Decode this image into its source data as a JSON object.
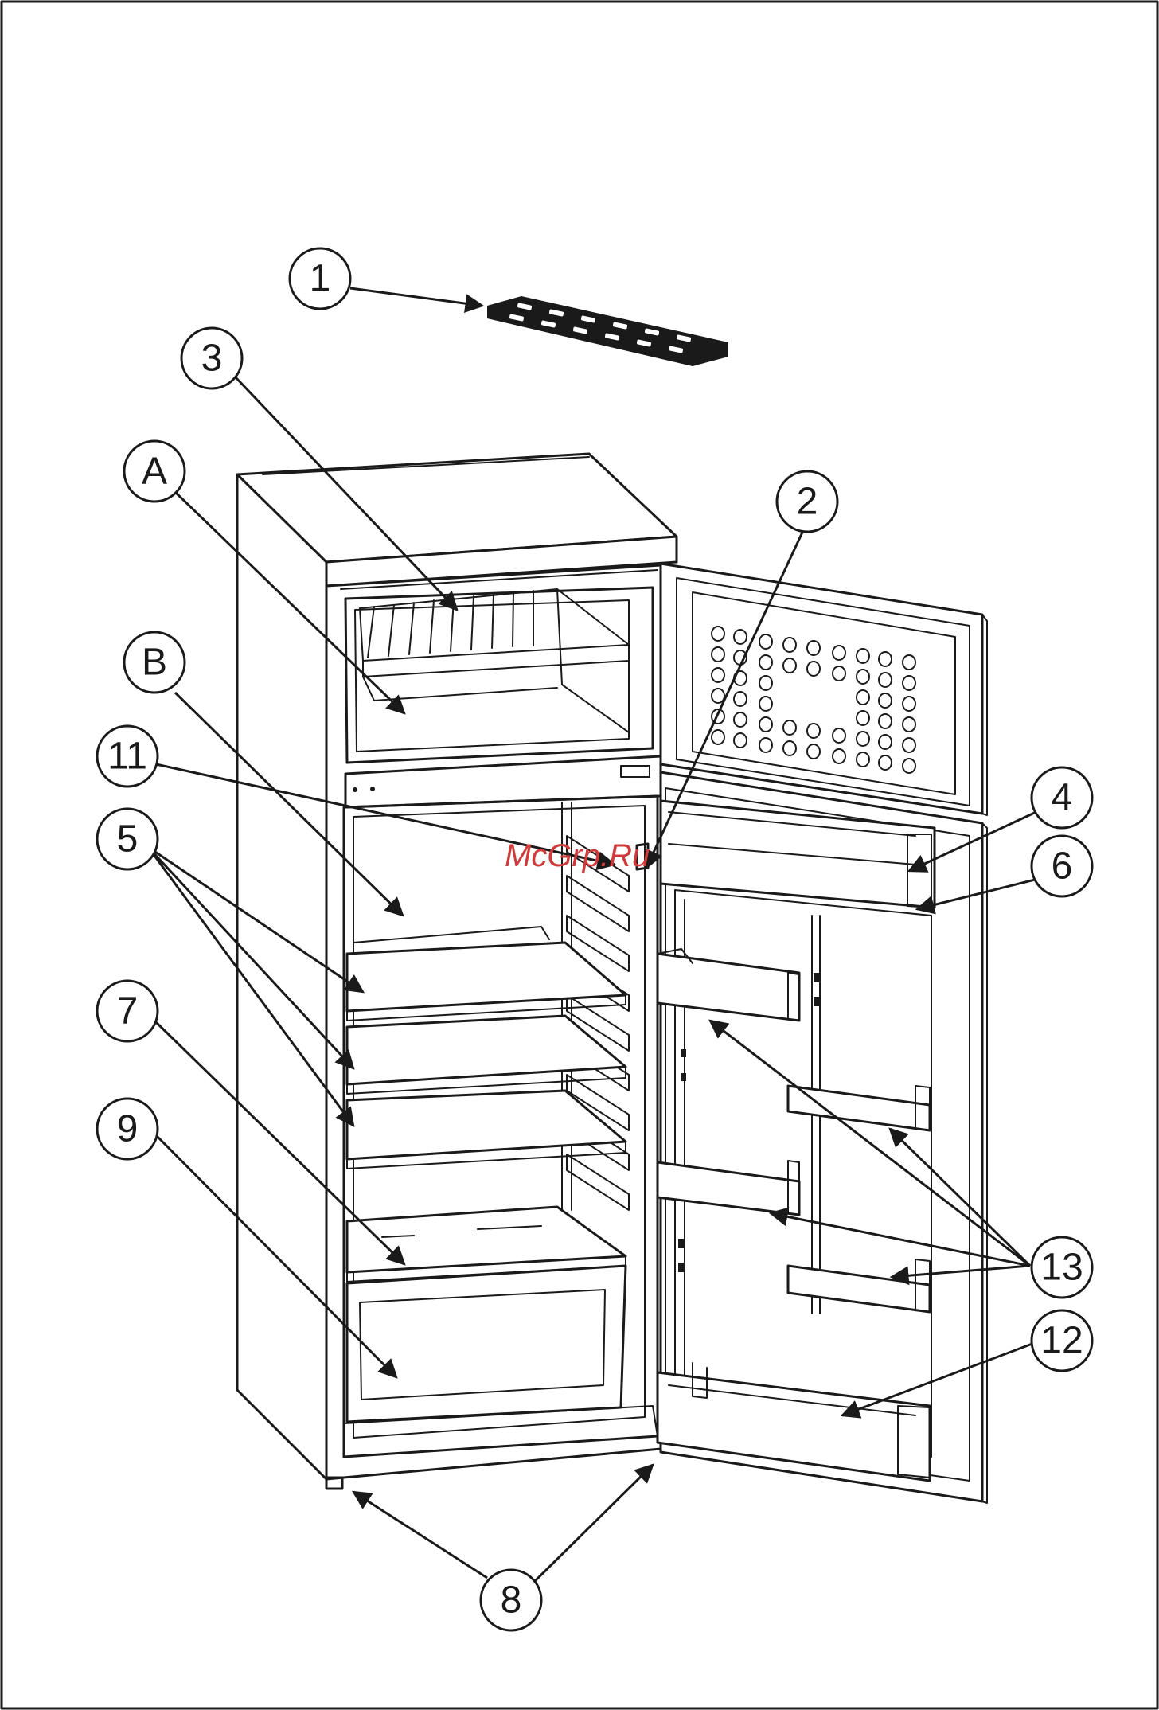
{
  "watermark": "McGrp.Ru",
  "colors": {
    "ink": "#1a1a1a",
    "watermark": "#d03a3a",
    "background": "#ffffff"
  },
  "callouts": {
    "c1": "1",
    "c2": "2",
    "c3": "3",
    "cA": "A",
    "cB": "B",
    "c11": "11",
    "c5": "5",
    "c7": "7",
    "c9": "9",
    "c4": "4",
    "c6": "6",
    "c13": "13",
    "c12": "12",
    "c8": "8"
  }
}
